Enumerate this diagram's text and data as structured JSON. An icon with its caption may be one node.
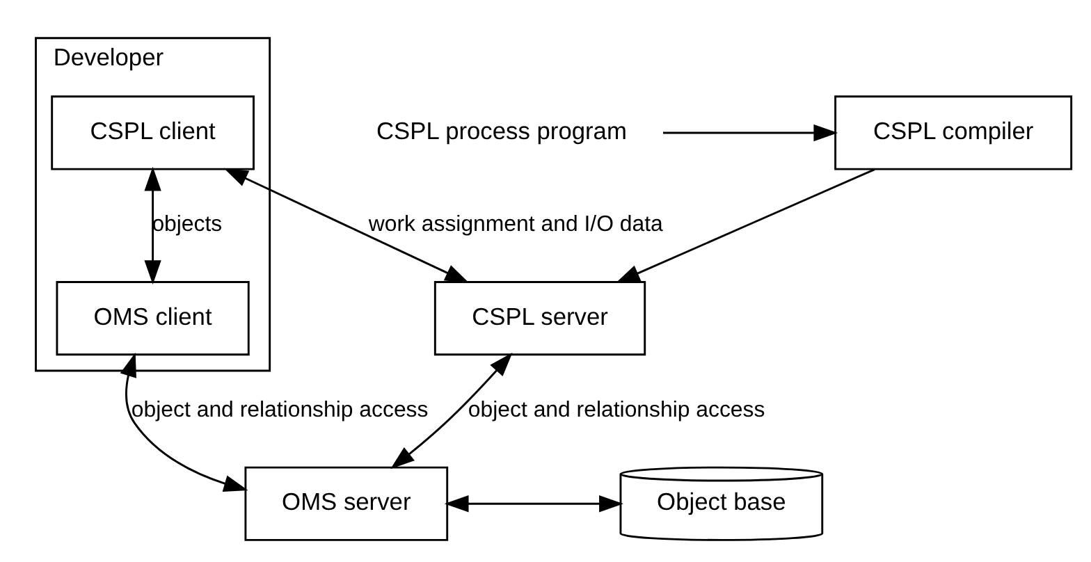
{
  "diagram": {
    "nodes": [
      {
        "text": [
          "Developer"
        ]
      },
      {
        "text": [
          "CSPL client"
        ],
        "in": 0
      },
      {
        "text": [
          "OMS client"
        ],
        "in": 0
      },
      {
        "text": [
          "CSPL compiler"
        ]
      },
      {
        "text": [
          "CSPL process program"
        ]
      },
      {
        "text": [
          "CSPL server"
        ]
      },
      {
        "text": [
          "OMS server"
        ]
      },
      {
        "text": [
          "Object base"
        ]
      }
    ],
    "edges": [
      {
        "from": 4,
        "to": 3,
        "arrow": "to"
      },
      {
        "from": 3,
        "to": 5,
        "arrow": "to"
      },
      {
        "from": 1,
        "to": 5,
        "arrow": "both",
        "label": "work assignment and I/O data"
      },
      {
        "from": 1,
        "to": 2,
        "arrow": "both",
        "label": "objects"
      },
      {
        "from": 5,
        "to": 6,
        "arrow": "both",
        "label": "object and relationship access"
      },
      {
        "from": 2,
        "to": 6,
        "arrow": "both",
        "label": "object and relationship access"
      },
      {
        "from": 6,
        "to": 7,
        "arrow": "both"
      }
    ]
  }
}
